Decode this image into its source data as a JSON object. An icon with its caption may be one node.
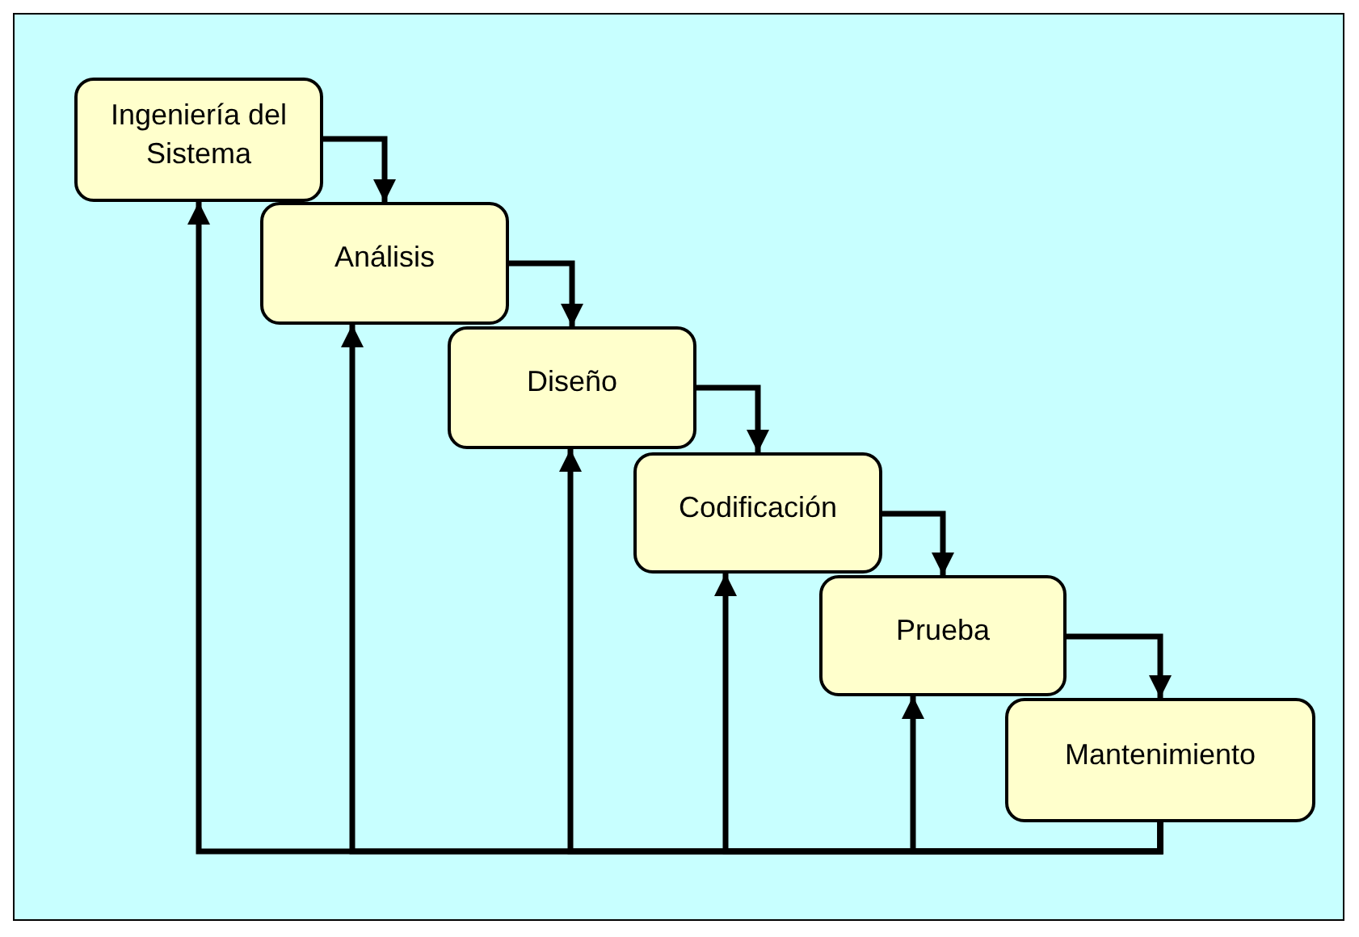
{
  "diagram": {
    "nodes": [
      {
        "text": [
          "Ingeniería del Sistema"
        ]
      },
      {
        "text": [
          "Análisis"
        ]
      },
      {
        "text": [
          "Diseño"
        ]
      },
      {
        "text": [
          "Codificación"
        ]
      },
      {
        "text": [
          "Prueba"
        ]
      },
      {
        "text": [
          "Mantenimiento"
        ]
      }
    ],
    "edges": [
      {
        "from": 0,
        "to": 1,
        "arrow": "to"
      },
      {
        "from": 1,
        "to": 2,
        "arrow": "to"
      },
      {
        "from": 2,
        "to": 3,
        "arrow": "to"
      },
      {
        "from": 3,
        "to": 4,
        "arrow": "to"
      },
      {
        "from": 4,
        "to": 5,
        "arrow": "to"
      },
      {
        "from": 5,
        "to": 0,
        "arrow": "to"
      },
      {
        "from": 5,
        "to": 1,
        "arrow": "to"
      },
      {
        "from": 5,
        "to": 2,
        "arrow": "to"
      },
      {
        "from": 5,
        "to": 3,
        "arrow": "to"
      },
      {
        "from": 5,
        "to": 4,
        "arrow": "to"
      }
    ]
  }
}
